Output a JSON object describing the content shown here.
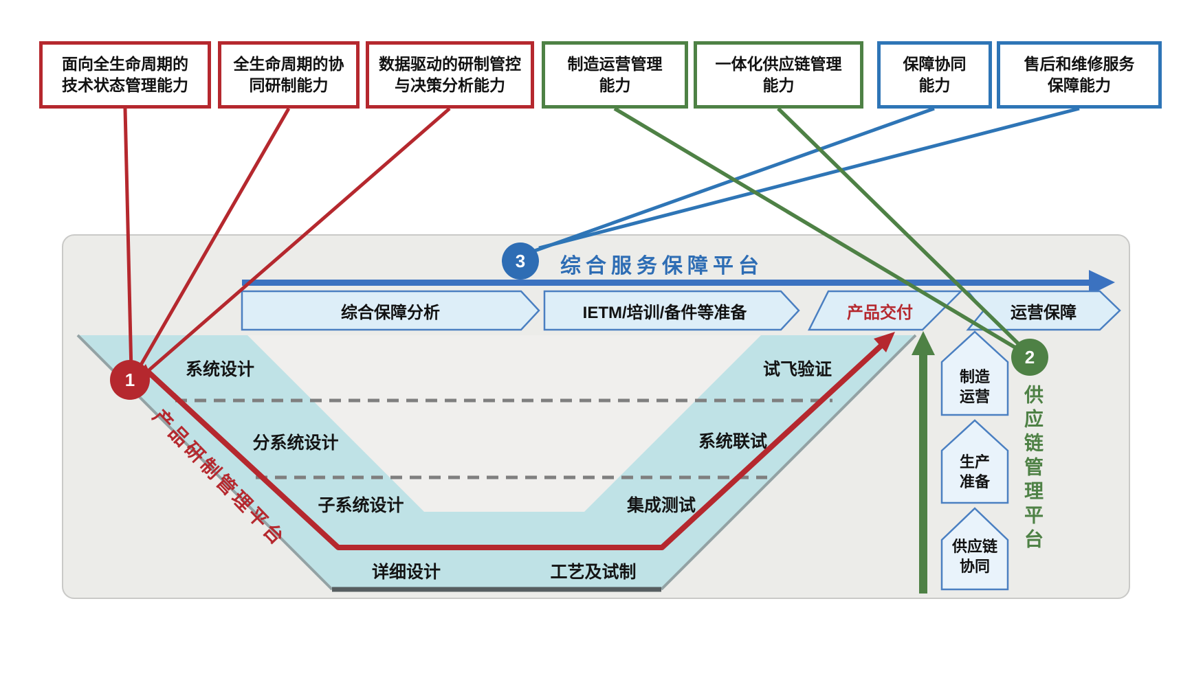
{
  "colors": {
    "red_accent": "#b5282e",
    "green_accent": "#4e8145",
    "blue_accent": "#2e75b6",
    "badge_blue": "#2e6db4",
    "teal_band": "#bfe2e6",
    "panel_bg": "#ecece9",
    "chevron_fill": "#ddeef8",
    "chevron_border": "#4a7fc1",
    "delivery_highlight": "#b5282e"
  },
  "capability_boxes": [
    {
      "color": "red",
      "line1": "面向全生命周期的",
      "line2": "技术状态管理能力"
    },
    {
      "color": "red",
      "line1": "全生命周期的协",
      "line2": "同研制能力"
    },
    {
      "color": "red",
      "line1": "数据驱动的研制管控",
      "line2": "与决策分析能力"
    },
    {
      "color": "green",
      "line1": "制造运营管理",
      "line2": "能力"
    },
    {
      "color": "green",
      "line1": "一体化供应链管理",
      "line2": "能力"
    },
    {
      "color": "blue",
      "line1": "保障协同",
      "line2": "能力"
    },
    {
      "color": "blue",
      "line1": "售后和维修服务",
      "line2": "保障能力"
    }
  ],
  "service_platform": {
    "badge": "3",
    "label": "综合服务保障平台"
  },
  "process_chevrons": [
    {
      "label": "综合保障分析"
    },
    {
      "label": "IETM/培训/备件等准备"
    },
    {
      "label": "产品交付",
      "highlight": true
    },
    {
      "label": "运营保障"
    }
  ],
  "v_model": {
    "badge": "1",
    "platform_label": "产品研制管理平台",
    "left_stages": [
      "系统设计",
      "分系统设计",
      "子系统设计",
      "详细设计"
    ],
    "right_stages": [
      "试飞验证",
      "系统联试",
      "集成测试",
      "工艺及试制"
    ]
  },
  "supply_chain_platform": {
    "badge": "2",
    "platform_label": "供应链管理平台",
    "houses": [
      {
        "line1": "制造",
        "line2": "运营"
      },
      {
        "line1": "生产",
        "line2": "准备"
      },
      {
        "line1": "供应链",
        "line2": "协同"
      }
    ]
  }
}
